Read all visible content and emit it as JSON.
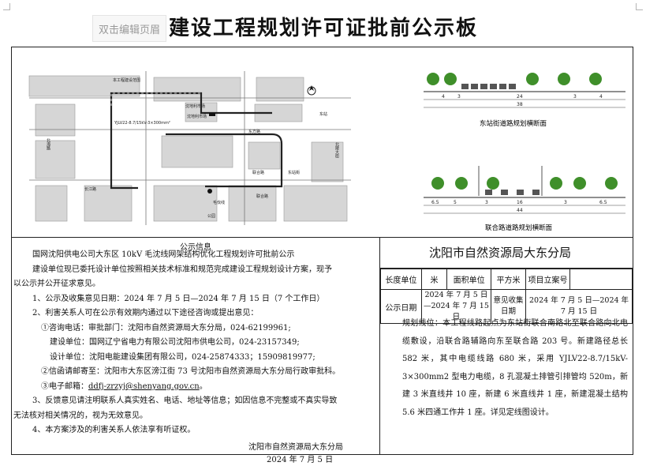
{
  "edit_button": "双击编辑页眉",
  "title": "建设工程规划许可证批前公示板",
  "map": {
    "labels": {
      "road_1": "本工程建设范围",
      "cable_spec": "YJLV22-8.7/15kV-3×300mm²",
      "zone_1": "沈地利市场",
      "zone_2": "沈地利市场",
      "station": "东站",
      "road_2": "东方路",
      "road_3": "北海路",
      "road_4": "联合路",
      "road_5": "东站街",
      "road_6": "长江路",
      "road_7": "北陵大街",
      "road_8": "毛伐线",
      "road_9": "联合路",
      "park": "公园"
    }
  },
  "sections": {
    "upper_caption": "东站街道路规划横断面",
    "lower_caption": "联合路道路规划横断面"
  },
  "notice": {
    "head": "公示信息",
    "project": "国网沈阳供电公司大东区 10kV 毛沈线网架结构优化工程规划许可批前公示",
    "intro_a": "建设单位现已委托设计单位按照相关技术标准和规范完成建设工程规划设计方案，现予",
    "intro_b": "以公示并公开征求意见。",
    "item1": "1、公示及收集意见日期：2024 年 7 月 5 日—2024 年 7 月 15 日（7 个工作日）",
    "item2": "2、利害关系人可在公示有效期内通过以下途径咨询或提出意见：",
    "contact1": "①咨询电话：审批部门：沈阳市自然资源局大东分局，024-62199961;",
    "contact2": "建设单位：国网辽宁省电力有限公司沈阳市供电公司，024-23157349;",
    "contact3": "设计单位：沈阳电能建设集团有限公司，024-25874333；15909819977;",
    "mail": "②信函请邮寄至：沈阳市大东区滂江街 73 号沈阳市自然资源局大东分局行政审批科。",
    "email_label": "③电子邮箱：",
    "email": "ddfj-zrzyj@shenyang.gov.cn",
    "email_suffix": "。",
    "item3a": "3、反馈意见请注明联系人真实姓名、电话、地址等信息；如因信息不完整或不真实导致",
    "item3b": "无法核对相关情况的，视为无效意见。",
    "item4": "4、本方案涉及的利害关系人依法享有听证权。",
    "sign_org": "沈阳市自然资源局大东分局",
    "sign_date": "2024 年 7 月 5 日"
  },
  "info": {
    "org": "沈阳市自然资源局大东分局",
    "row1": [
      "长度单位",
      "米",
      "面积单位",
      "平方米",
      "项目立案号",
      ""
    ],
    "row2": {
      "label1": "公示日期",
      "value1": "2024 年 7 月 5 日—2024 年 7 月 15 日",
      "label2": "意见收集日期",
      "value2": "2024 年 7 月 5 日—2024 年 7 月 15 日"
    },
    "description": "规划线位：本工程线路起点为东站街联合南路北至联合路向北电缆敷设，沿联合路辅路向东至联合路 203 号。新建路径总长 582 米，其中电缆线路 680 米，采用 YJLV22-8.7/15kV-3×300mm2 型电力电缆，8 孔混凝土排管引排管均 520m，新建 3 米直线井 10 座，新建 6 米直线井 1 座，新建混凝土结构 5.6 米四通工作井 1 座。详见定线图设计。"
  }
}
